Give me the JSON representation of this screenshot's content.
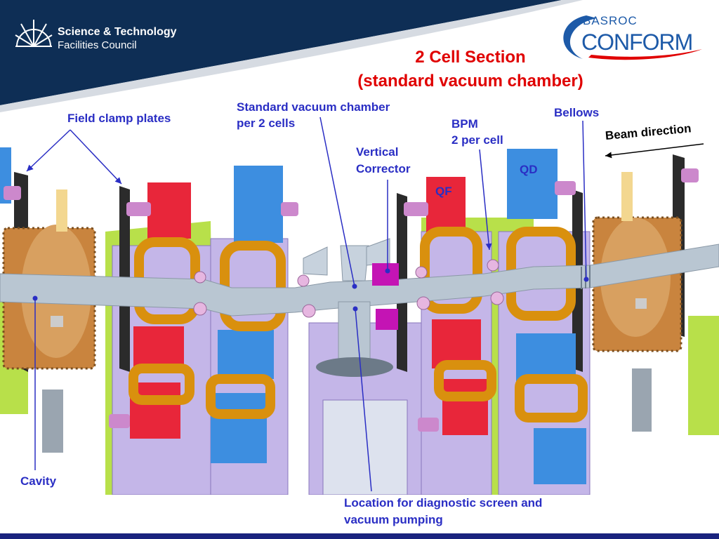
{
  "header": {
    "org_line1": "Science & Technology",
    "org_line2": "Facilities Council",
    "partner_top": "BASROC",
    "partner_main": "CONFORM",
    "title_line1": "2 Cell Section",
    "title_line2": "(standard vacuum chamber)"
  },
  "labels": {
    "field_clamp_plates": "Field clamp plates",
    "vacuum_chamber_line1": "Standard vacuum chamber",
    "vacuum_chamber_line2": "per 2 cells",
    "bpm_line1": "BPM",
    "bpm_line2": "2 per cell",
    "bellows": "Bellows",
    "beam_direction": "Beam direction",
    "vertical_corrector_line1": "Vertical",
    "vertical_corrector_line2": "Corrector",
    "qd": "QD",
    "qf": "QF",
    "cavity": "Cavity",
    "diagnostic_line1": "Location for diagnostic screen and",
    "diagnostic_line2": "vacuum pumping"
  },
  "colors": {
    "header_navy": "#0e2e55",
    "label_blue": "#2a2ec4",
    "title_red": "#e00000",
    "magnet_red": "#e8263a",
    "magnet_blue": "#3d8ee0",
    "coil_orange": "#d9900e",
    "cavity_copper": "#c9843e",
    "beampipe_grey": "#b9c6d2"
  }
}
